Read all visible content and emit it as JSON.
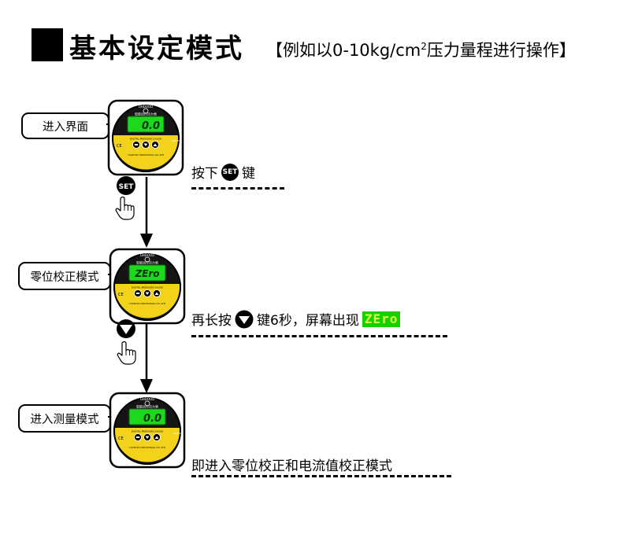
{
  "title": {
    "main": "基本设定模式",
    "note_prefix": "【例如以0-10kg/cm",
    "note_sup": "2",
    "note_suffix": "压力量程进行操作】"
  },
  "steps": [
    {
      "label": "进入界面",
      "display": "0.0"
    },
    {
      "label": "零位校正模式",
      "display": "ZEro"
    },
    {
      "label": "进入测量模式",
      "display": "0.0"
    }
  ],
  "gauge": {
    "brand_top": "GHDOOD",
    "name": "智能远传压力表",
    "unit": "kg/cm²",
    "band_text": "DIGITAL PRESSURE GAUGE",
    "maker": "YUANYOU INDUSTRIAL CO.,LTD",
    "ce": "CE",
    "buttons": [
      "SET",
      "▼",
      "▲"
    ]
  },
  "instructions": {
    "one_prefix": "按下",
    "one_key": "SET",
    "one_suffix": "键",
    "two_prefix": "再长按",
    "two_suffix": "键6秒，屏幕出现",
    "two_display": "ZEro",
    "three": "即进入零位校正和电流值校正模式"
  },
  "actions": [
    {
      "key": "SET",
      "icon": "hand-pointer-icon"
    },
    {
      "key": "▼",
      "icon": "hand-pointer-icon"
    }
  ],
  "colors": {
    "lcd": "#1ed81e",
    "lcd_text": "#003300",
    "band": "#f2d21a",
    "gauge_body": "#111111"
  }
}
